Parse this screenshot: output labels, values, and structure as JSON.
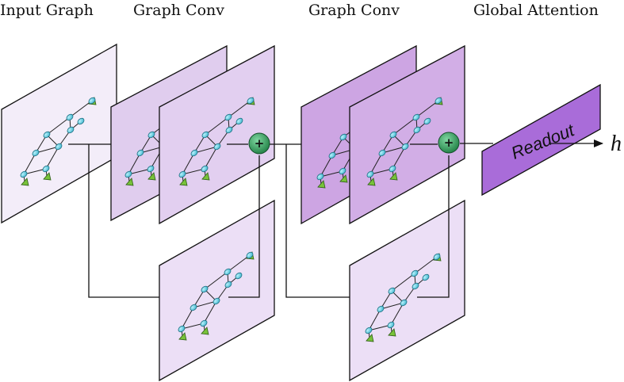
{
  "headers": {
    "input": "Input Graph",
    "conv1": "Graph Conv",
    "conv2": "Graph Conv",
    "attention": "Global Attention"
  },
  "readout_label": "Readout",
  "output_label": "h",
  "plus_symbol": "+",
  "colors": {
    "input_panel": "#f3edf9",
    "conv1_back": "#e0cdee",
    "conv1_front": "#e2cff0",
    "conv2_back": "#cda5e3",
    "conv2_front": "#d2aee6",
    "skip_panel": "#ecdff6",
    "readout": "#a96cd9",
    "node": "#6fd3e6",
    "leaf": "#78c23a",
    "adder": "#2f9a58"
  },
  "icons": [
    "graph-icon",
    "adder-icon",
    "arrow-icon"
  ]
}
